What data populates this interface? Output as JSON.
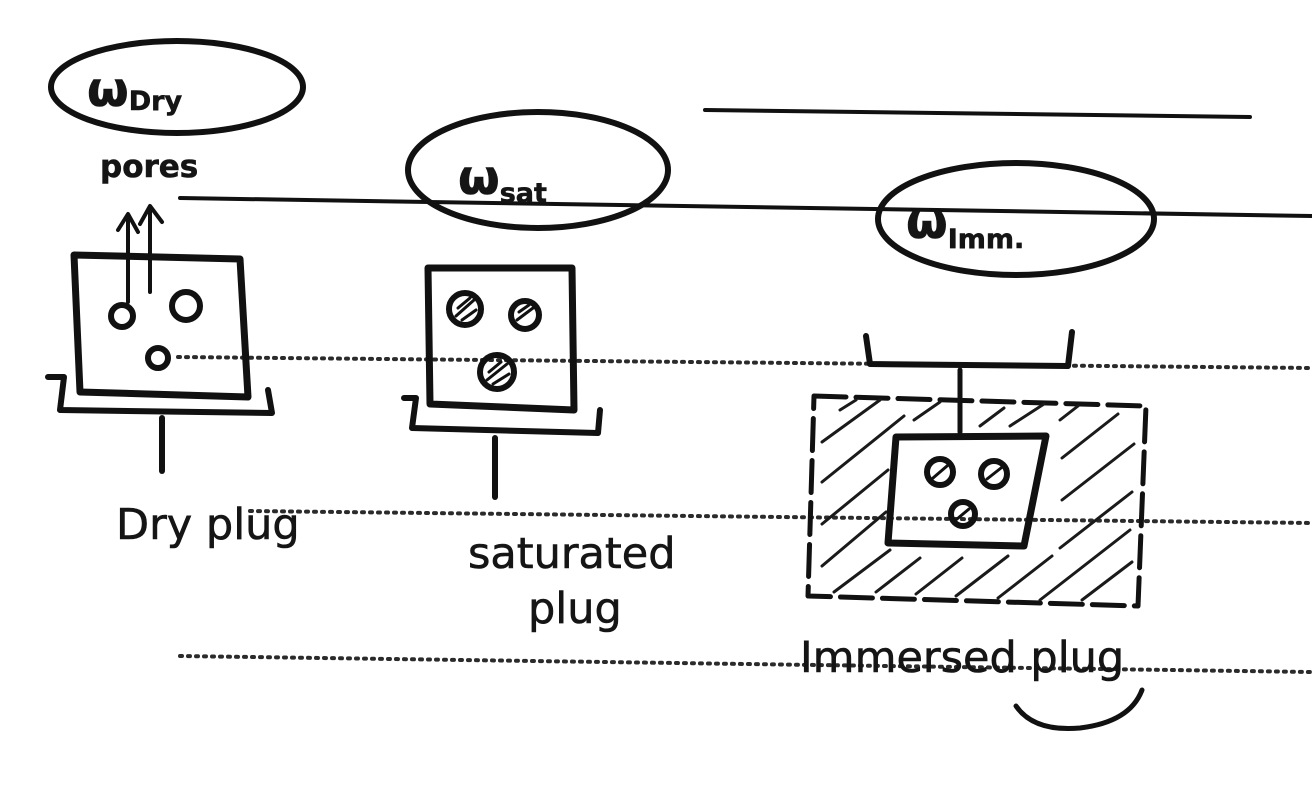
{
  "diagram": {
    "labels": {
      "w_dry": {
        "symbol": "ω",
        "subscript": "Dry"
      },
      "w_sat": {
        "symbol": "ω",
        "subscript": "sat"
      },
      "w_imm": {
        "symbol": "ω",
        "subscript": "Imm."
      },
      "pores": "pores",
      "dry_plug": "Dry plug",
      "saturated_plug_line1": "saturated",
      "saturated_plug_line2": "plug",
      "immersed_plug": "Immersed plug"
    }
  }
}
